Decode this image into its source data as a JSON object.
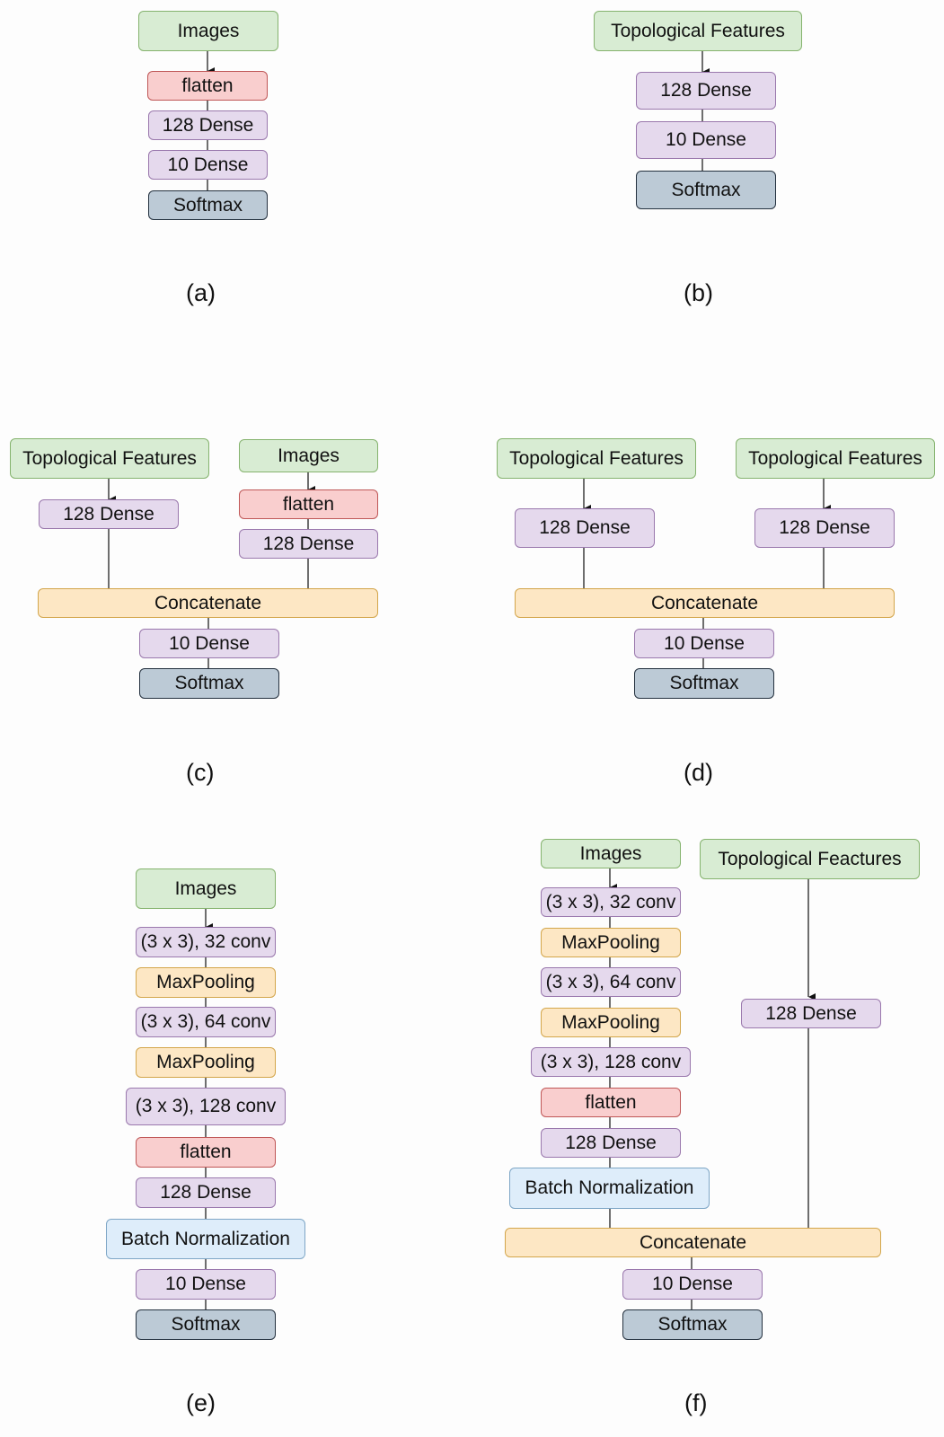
{
  "panels": {
    "a": {
      "caption": "(a)",
      "layers": [
        "Images",
        "flatten",
        "128 Dense",
        "10 Dense",
        "Softmax"
      ]
    },
    "b": {
      "caption": "(b)",
      "layers": [
        "Topological Features",
        "128 Dense",
        "10 Dense",
        "Softmax"
      ]
    },
    "c": {
      "caption": "(c)",
      "topo_input": "Topological Features",
      "topo_dense": "128 Dense",
      "image_input": "Images",
      "image_flatten": "flatten",
      "image_dense": "128 Dense",
      "concat": "Concatenate",
      "dense_out": "10 Dense",
      "softmax": "Softmax"
    },
    "d": {
      "caption": "(d)",
      "topo1_input": "Topological Features",
      "topo1_dense": "128 Dense",
      "topo2_input": "Topological Features",
      "topo2_dense": "128 Dense",
      "concat": "Concatenate",
      "dense_out": "10 Dense",
      "softmax": "Softmax"
    },
    "e": {
      "caption": "(e)",
      "layers": [
        "Images",
        "(3 x 3), 32 conv",
        "MaxPooling",
        "(3 x 3), 64 conv",
        "MaxPooling",
        "(3 x 3), 128 conv",
        "flatten",
        "128 Dense",
        "Batch Normalization",
        "10 Dense",
        "Softmax"
      ]
    },
    "f": {
      "caption": "(f)",
      "image_layers": [
        "Images",
        "(3 x 3), 32 conv",
        "MaxPooling",
        "(3 x 3), 64 conv",
        "MaxPooling",
        "(3 x 3), 128 conv",
        "flatten",
        "128 Dense",
        "Batch Normalization"
      ],
      "topo_input": "Topological Feactures",
      "topo_dense": "128 Dense",
      "concat": "Concatenate",
      "dense_out": "10 Dense",
      "softmax": "Softmax"
    }
  },
  "colors": {
    "input": "#d8ecd3",
    "flatten": "#f9cece",
    "dense": "#e5d9ed",
    "softmax": "#bccad6",
    "pooling": "#fde7c4",
    "batch_norm": "#deedfa"
  }
}
